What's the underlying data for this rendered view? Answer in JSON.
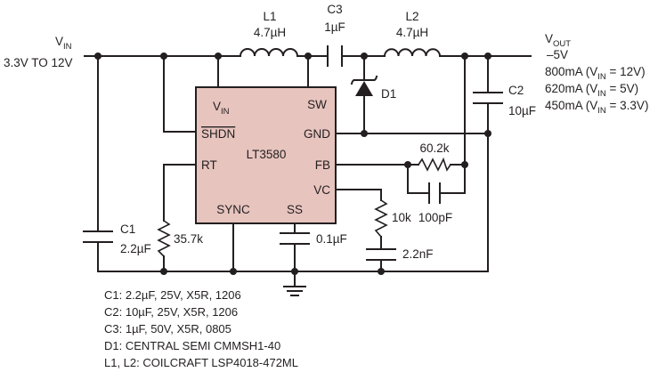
{
  "ic": {
    "name": "LT3580",
    "fill_color": "#e7c4be",
    "pins": {
      "vin": "V",
      "vin_sub": "IN",
      "sw": "SW",
      "shdn": "SHDN",
      "gnd": "GND",
      "rt": "RT",
      "fb": "FB",
      "vc": "VC",
      "sync": "SYNC",
      "ss": "SS"
    }
  },
  "input": {
    "name": "V",
    "name_sub": "IN",
    "range": "3.3V TO 12V"
  },
  "output": {
    "name": "V",
    "name_sub": "OUT",
    "voltage": "–5V",
    "ratings": [
      {
        "current": "800mA (V",
        "sub": "IN",
        "cond": " = 12V)"
      },
      {
        "current": "620mA (V",
        "sub": "IN",
        "cond": " = 5V)"
      },
      {
        "current": "450mA (V",
        "sub": "IN",
        "cond": " = 3.3V)"
      }
    ]
  },
  "components": {
    "L1": {
      "ref": "L1",
      "value": "4.7µH"
    },
    "L2": {
      "ref": "L2",
      "value": "4.7µH"
    },
    "C3": {
      "ref": "C3",
      "value": "1µF"
    },
    "C2": {
      "ref": "C2",
      "value": "10µF"
    },
    "C1": {
      "ref": "C1",
      "value": "2.2µF"
    },
    "D1": {
      "ref": "D1"
    },
    "R_rt": {
      "value": "35.7k"
    },
    "R_fb": {
      "value": "60.2k"
    },
    "C_fb": {
      "value": "100pF"
    },
    "C_ss": {
      "value": "0.1µF"
    },
    "R_vc": {
      "value": "10k"
    },
    "C_vc": {
      "value": "2.2nF"
    }
  },
  "bom": [
    "C1: 2.2µF, 25V, X5R, 1206",
    "C2: 10µF, 25V, X5R, 1206",
    "C3: 1µF, 50V, X5R, 0805",
    "D1: CENTRAL SEMI CMMSH1-40",
    "L1, L2: COILCRAFT LSP4018-472ML"
  ]
}
